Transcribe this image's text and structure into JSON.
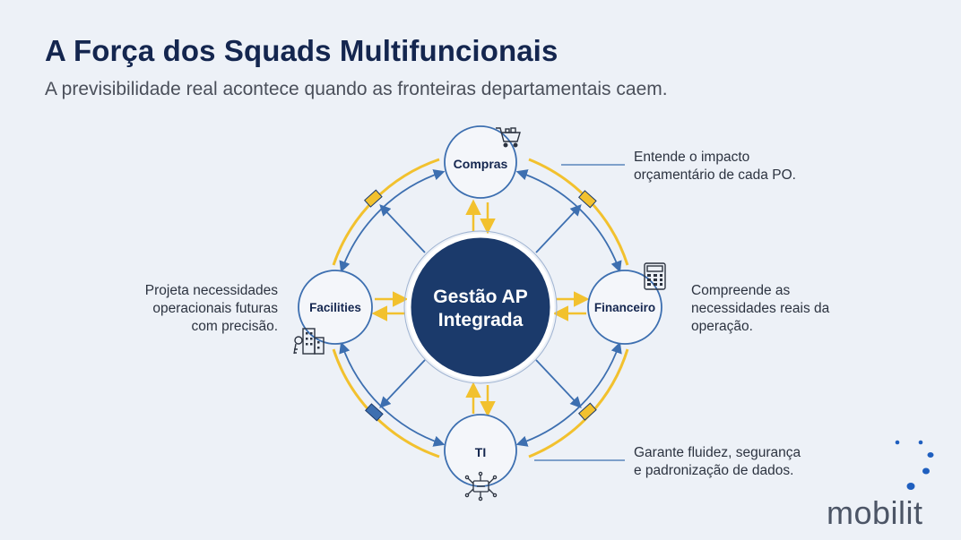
{
  "header": {
    "title": "A Força dos Squads Multifuncionais",
    "subtitle": "A previsibilidade real acontece quando as fronteiras departamentais caem."
  },
  "diagram": {
    "center_label_line1": "Gestão AP",
    "center_label_line2": "Integrada",
    "nodes": {
      "compras": {
        "label": "Compras",
        "icon": "shopping-cart-icon"
      },
      "financeiro": {
        "label": "Financeiro",
        "icon": "calculator-icon"
      },
      "ti": {
        "label": "TI",
        "icon": "circuit-icon"
      },
      "facilities": {
        "label": "Facilities",
        "icon": "building-key-icon"
      }
    },
    "descriptions": {
      "compras": [
        "Entende o impacto",
        "orçamentário de cada PO."
      ],
      "financeiro": [
        "Compreende as",
        "necessidades reais da",
        "operação."
      ],
      "ti": [
        "Garante fluidez, segurança",
        "e padronização de dados."
      ],
      "facilities": [
        "Projeta necessidades",
        "operacionais futuras",
        "com precisão."
      ]
    }
  },
  "colors": {
    "navy": "#1b3a6b",
    "blue_line": "#3d6fb0",
    "yellow": "#f2c12e"
  },
  "brand": {
    "logo_text": "mobilit"
  }
}
